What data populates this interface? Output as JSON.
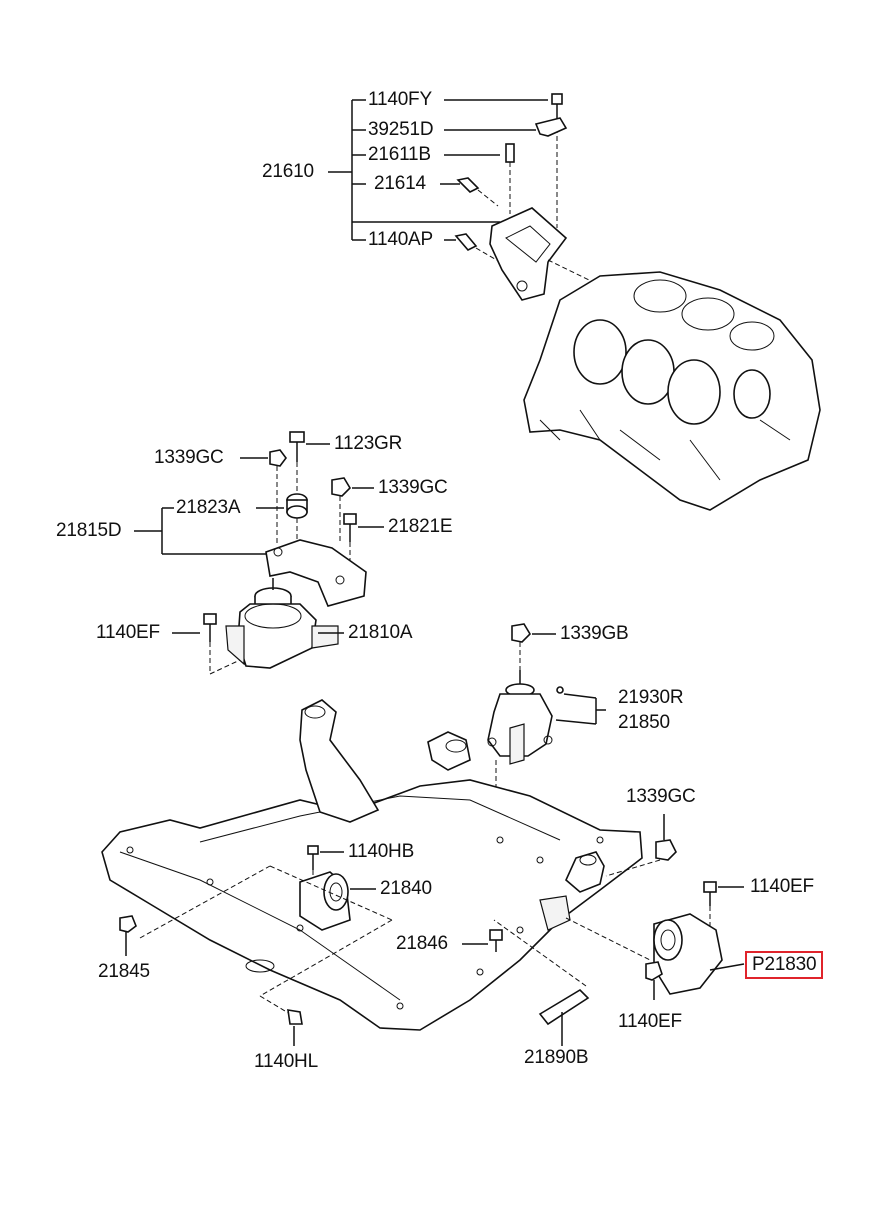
{
  "diagram": {
    "labels": {
      "l_1140FY": "1140FY",
      "l_39251D": "39251D",
      "l_21611B": "21611B",
      "l_21610": "21610",
      "l_21614": "21614",
      "l_1140AP": "1140AP",
      "l_1123GR": "1123GR",
      "l_1339GC_a": "1339GC",
      "l_1339GC_b": "1339GC",
      "l_21823A": "21823A",
      "l_21815D": "21815D",
      "l_21821E": "21821E",
      "l_1140EF_a": "1140EF",
      "l_21810A": "21810A",
      "l_1339GB": "1339GB",
      "l_21930R": "21930R",
      "l_21850": "21850",
      "l_1339GC_c": "1339GC",
      "l_1140HB": "1140HB",
      "l_21840": "21840",
      "l_1140EF_b": "1140EF",
      "l_21846": "21846",
      "l_21845": "21845",
      "l_P21830": "P21830",
      "l_1140EF_c": "1140EF",
      "l_1140HL": "1140HL",
      "l_21890B": "21890B"
    },
    "highlight_color": "#e0242b"
  }
}
